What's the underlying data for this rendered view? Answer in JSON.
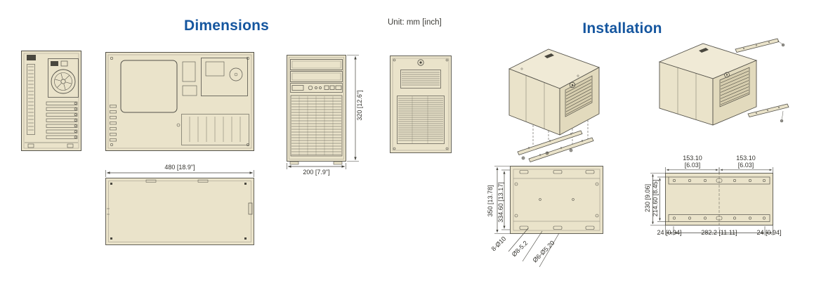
{
  "headers": {
    "dimensions": "Dimensions",
    "unit": "Unit: mm [inch]",
    "installation": "Installation"
  },
  "dims": {
    "side_width": "480 [18.9\"]",
    "front_width": "200 [7.9\"]",
    "front_height": "320 [12.6\"]"
  },
  "install": {
    "base": {
      "depth_overall": "350 [13.78]",
      "depth_inner": "334.60 [13.17]",
      "callout_a": "8-Ø10",
      "callout_b": "Ø8-5.2",
      "callout_c": "Ø6-Ø5.20"
    },
    "rails": {
      "span_left": "153.10\n[6.03]",
      "span_right": "153.10\n[6.03]",
      "height_overall": "230 [9.06]",
      "height_inner": "214.60 [8.45]",
      "bottom_left": "24 [0.94]",
      "bottom_center": "282.2 [11.11]",
      "bottom_right": "24 [0.94]"
    }
  },
  "colors": {
    "chassis_fill": "#eae3ca",
    "line": "#54524a",
    "accent_blue": "#15569f"
  }
}
